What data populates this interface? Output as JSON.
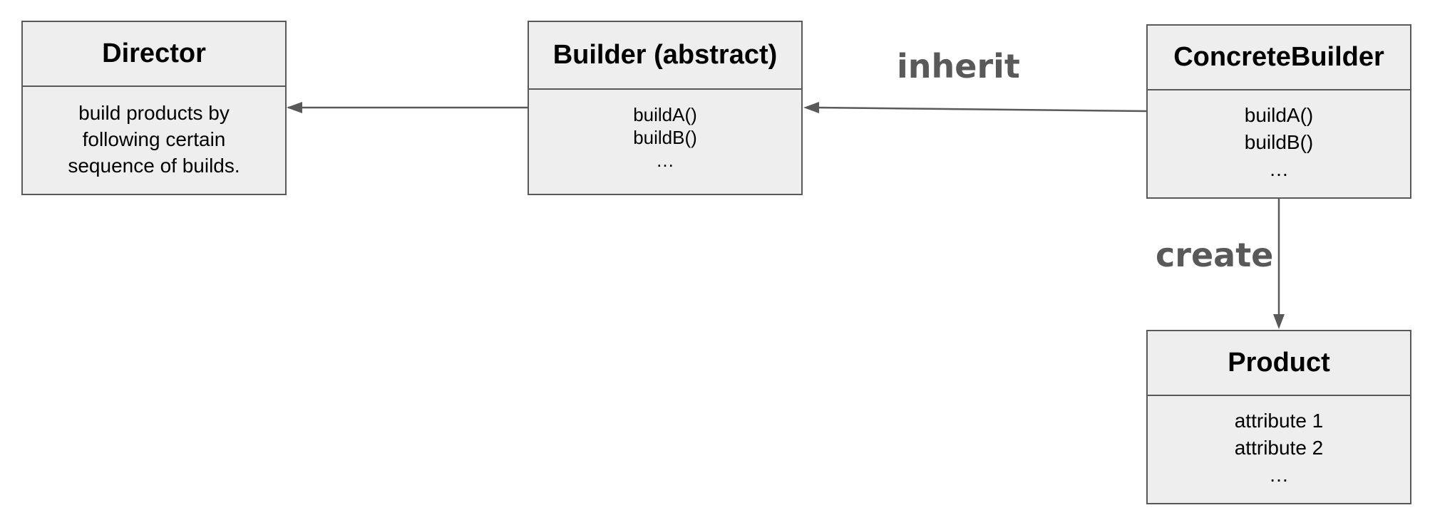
{
  "diagram": {
    "boxes": {
      "director": {
        "title": "Director",
        "lines": [
          "build products by",
          "following certain",
          "sequence of builds."
        ]
      },
      "builder": {
        "title": "Builder (abstract)",
        "lines": [
          "buildA()",
          "buildB()",
          "…"
        ]
      },
      "concrete_builder": {
        "title": "ConcreteBuilder",
        "lines": [
          "buildA()",
          "buildB()",
          "…"
        ]
      },
      "product": {
        "title": "Product",
        "lines": [
          "attribute 1",
          "attribute 2",
          "…"
        ]
      }
    },
    "edges": {
      "inherit_label": "inherit",
      "create_label": "create"
    },
    "colors": {
      "box_fill": "#eeeeee",
      "box_border": "#595959",
      "connector": "#595959",
      "label": "#595959",
      "text": "#000000"
    }
  }
}
